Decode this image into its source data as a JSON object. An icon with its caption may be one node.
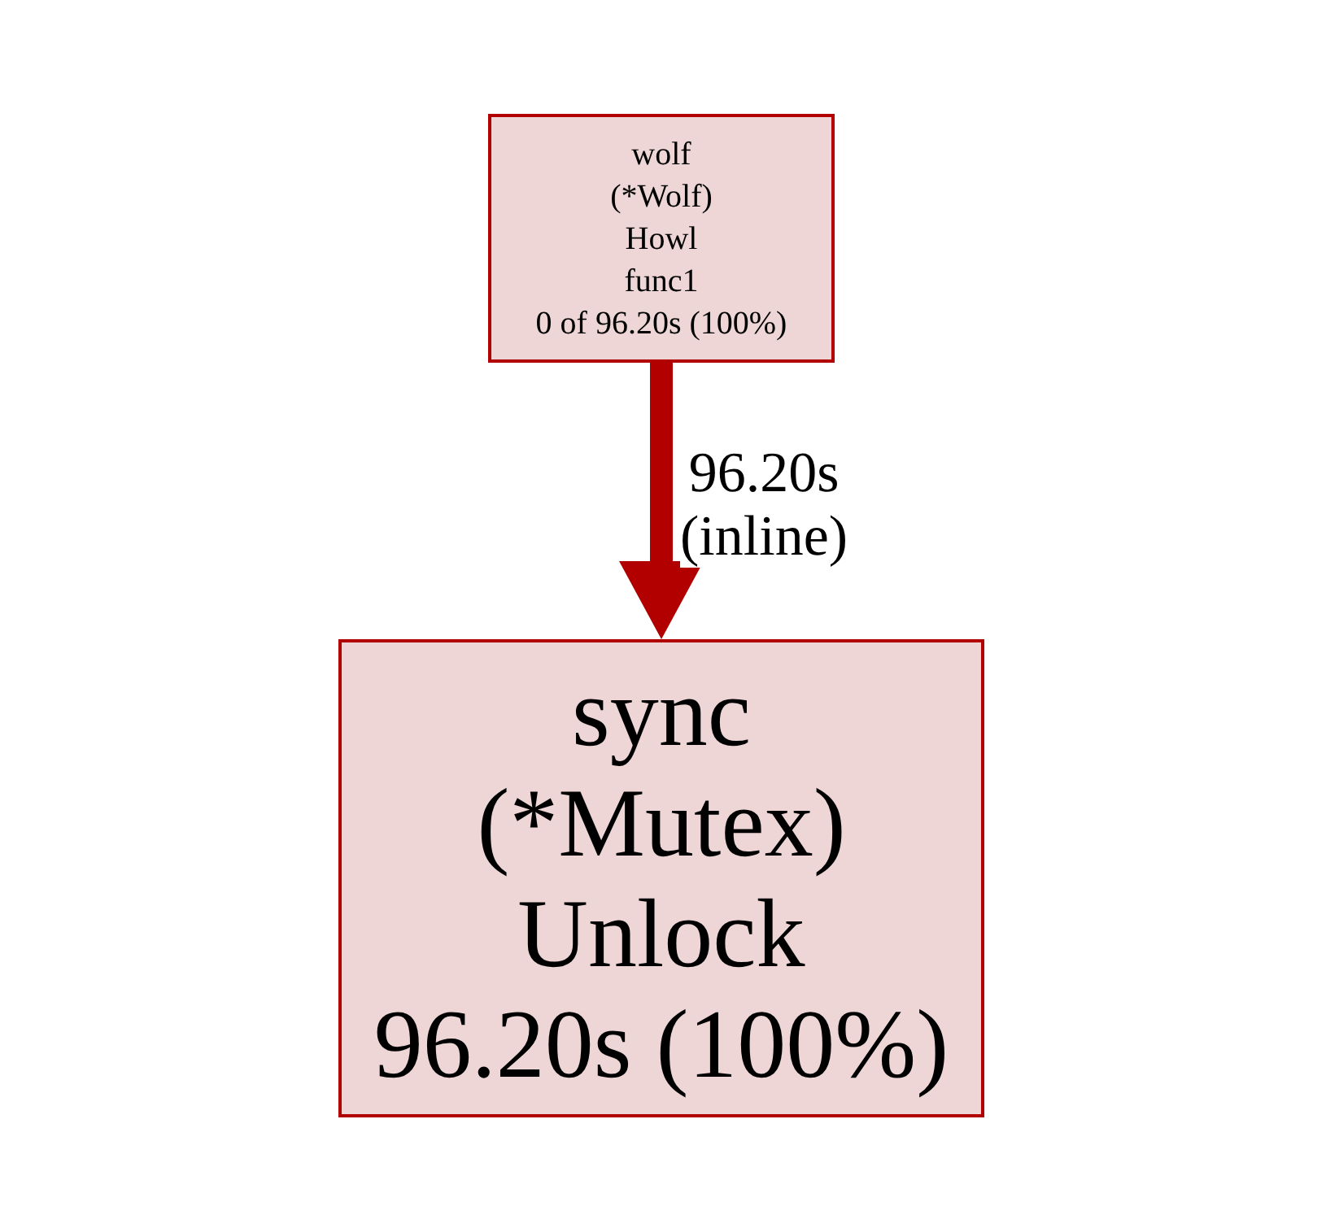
{
  "diagram": {
    "nodes": [
      {
        "text": [
          "wolf (*Wolf) Howl func1",
          "0 of 96.20s (100%)"
        ]
      },
      {
        "text": [
          "sync (*Mutex) Unlock",
          "96.20s (100%)"
        ]
      }
    ],
    "edges": [
      {
        "from": 0,
        "to": 1,
        "arrow": "to",
        "label": "96.20s (inline)",
        "style": "thick",
        "color": "#b20000"
      }
    ]
  }
}
